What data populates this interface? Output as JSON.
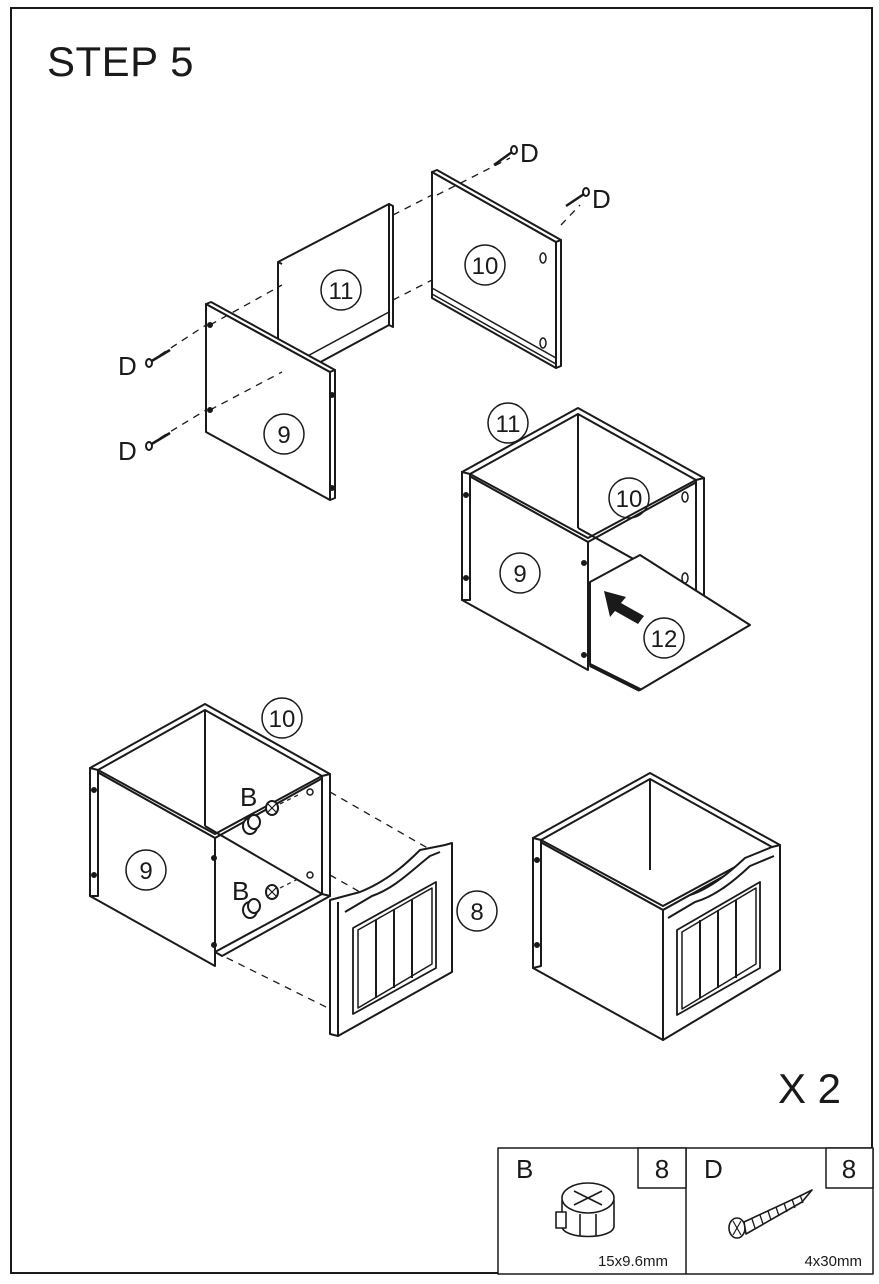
{
  "title": "STEP 5",
  "multiplier": "X 2",
  "panels": {
    "side_left": "9",
    "side_right": "10",
    "back": "11",
    "bottom": "12",
    "front": "8"
  },
  "fastener_labels": {
    "screw": "D",
    "cam": "B"
  },
  "hardware": [
    {
      "letter": "B",
      "quantity": "8",
      "size": "15x9.6mm",
      "icon": "cam-lock-icon"
    },
    {
      "letter": "D",
      "quantity": "8",
      "size": "4x30mm",
      "icon": "screw-icon"
    }
  ]
}
